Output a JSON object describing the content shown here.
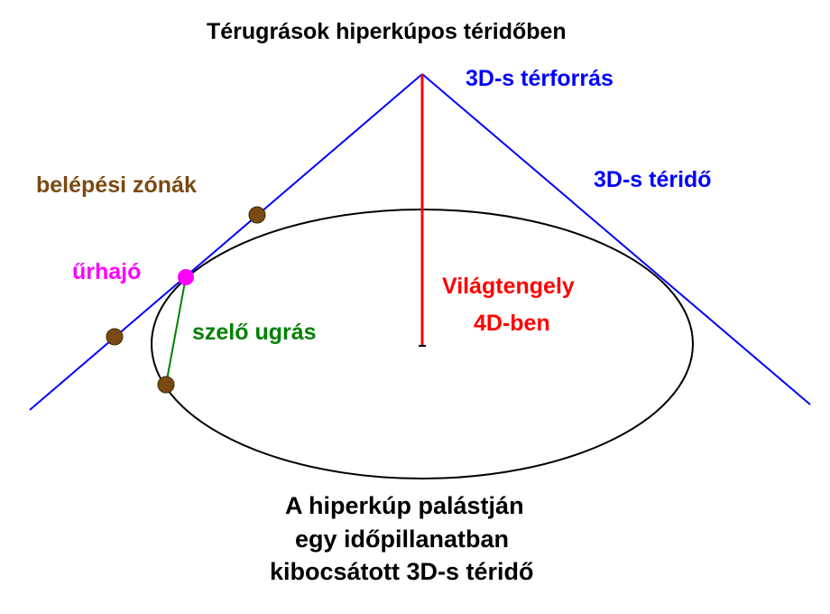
{
  "diagram": {
    "title": "Térugrások hiperkúpos téridőben",
    "labels": {
      "space_source": "3D-s térforrás",
      "spacetime": "3D-s téridő",
      "entry_zones": "belépési zónák",
      "spaceship": "űrhajó",
      "secant_jump": "szelő ugrás",
      "world_axis_line1": "Világtengely",
      "world_axis_line2": "4D-ben"
    },
    "caption": {
      "line1": "A hiperkúp palástján",
      "line2": "egy időpillanatban",
      "line3": "kibocsátott 3D-s téridő"
    },
    "colors": {
      "cone": "#0000ff",
      "ellipse": "#000000",
      "axis": "#ff0000",
      "entry_zone_dot": "#7a4a12",
      "spaceship_dot": "#ff00ff",
      "jump_line": "#008000",
      "entry_label": "#7a4a12",
      "spaceship_label": "#ff00ff",
      "jump_label": "#008000",
      "axis_label": "#ff0000",
      "cone_label": "#0000ff"
    }
  }
}
